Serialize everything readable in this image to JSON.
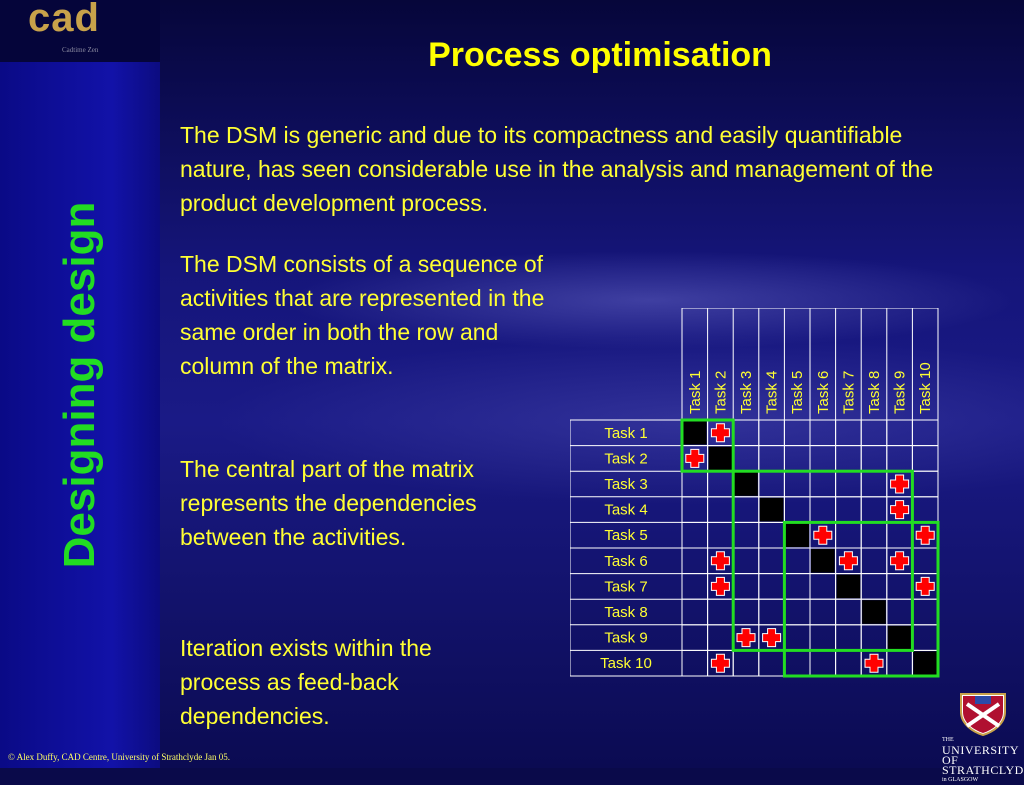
{
  "logo": {
    "text": "cad",
    "subtext": "Cadtime Zen"
  },
  "sidebar": {
    "vertical_title": "Designing design"
  },
  "slide": {
    "title": "Process optimisation",
    "paragraphs": [
      "The DSM is generic and due to its compactness and easily quantifiable nature, has seen considerable use in the analysis and management of the product development process.",
      "The DSM consists of a sequence of activities that are represented in the same order in both the row and column of the matrix.",
      "The central part of the matrix represents the dependencies between the activities.",
      "Iteration exists within the process as feed-back dependencies."
    ],
    "footer": "© Alex Duffy, CAD Centre, University of Strathclyde Jan 05."
  },
  "university": {
    "line1": "THE",
    "line2": "UNIVERSITY OF",
    "line3": "STRATHCLYDE",
    "line4": "in GLASGOW"
  },
  "dsm": {
    "tasks": [
      "Task 1",
      "Task 2",
      "Task 3",
      "Task 4",
      "Task 5",
      "Task 6",
      "Task 7",
      "Task 8",
      "Task 9",
      "Task 10"
    ],
    "diagonal_color": "#000000",
    "mark_color": "#ff0000",
    "group_color": "#22dd22",
    "dependencies": [
      [
        1,
        2
      ],
      [
        2,
        1
      ],
      [
        3,
        9
      ],
      [
        4,
        9
      ],
      [
        5,
        6
      ],
      [
        5,
        10
      ],
      [
        6,
        2
      ],
      [
        6,
        7
      ],
      [
        6,
        9
      ],
      [
        7,
        2
      ],
      [
        7,
        10
      ],
      [
        9,
        3
      ],
      [
        9,
        4
      ],
      [
        10,
        2
      ],
      [
        10,
        8
      ]
    ],
    "groups": [
      [
        1,
        2
      ],
      [
        3,
        9
      ],
      [
        5,
        10
      ]
    ]
  }
}
